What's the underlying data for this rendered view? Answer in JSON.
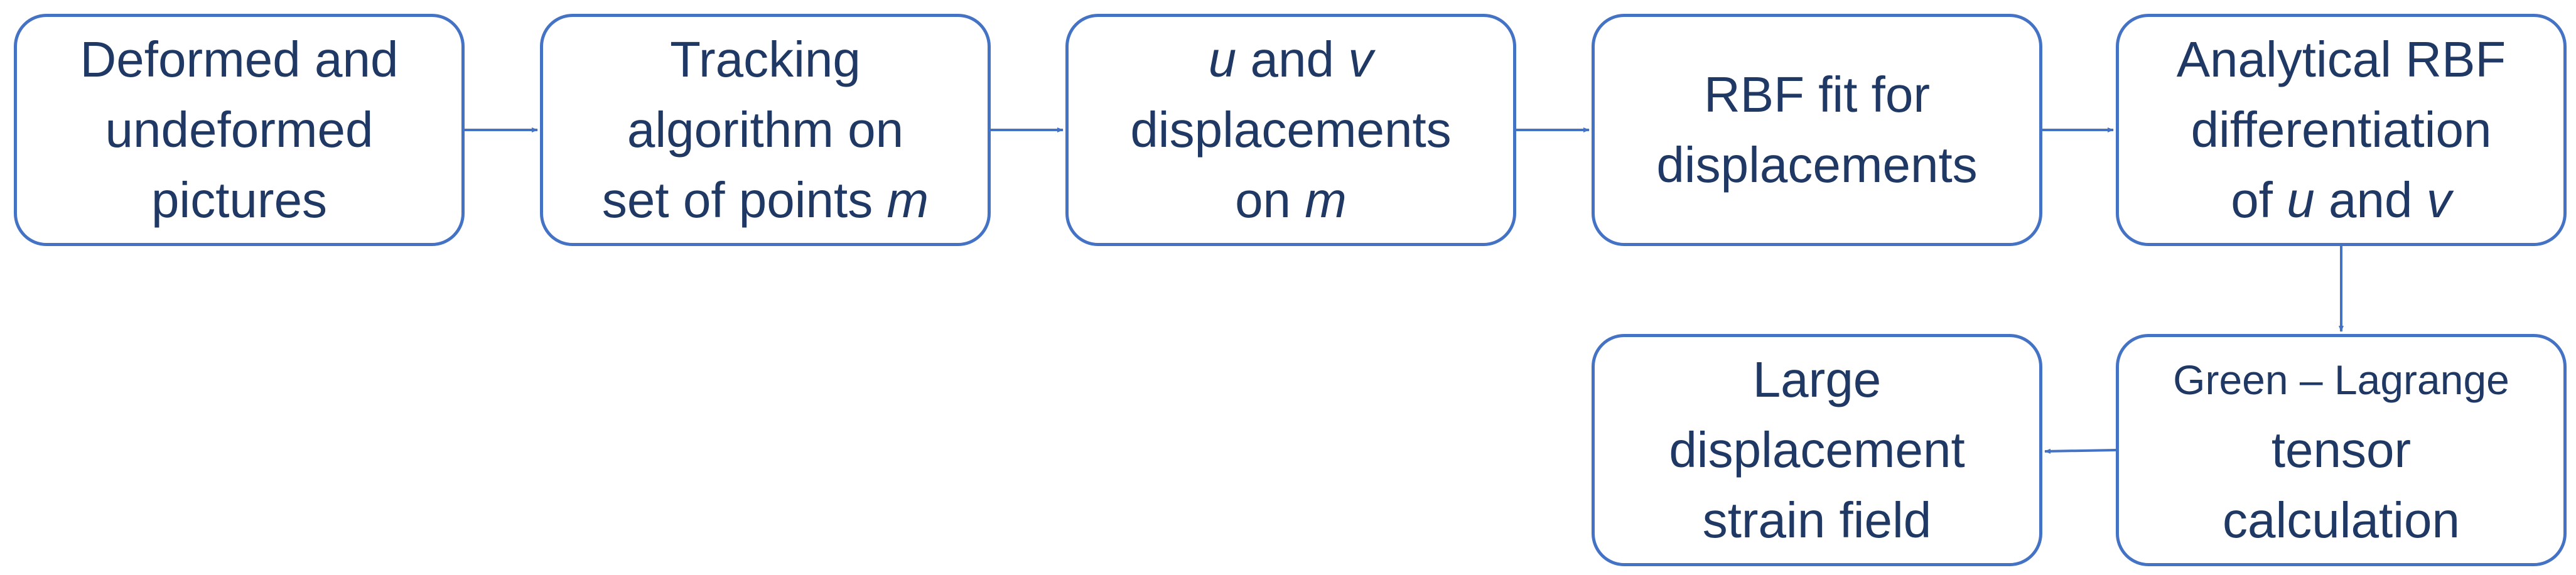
{
  "colors": {
    "box_border": "#4472C4",
    "text": "#1F3864",
    "arrow": "#4472C4",
    "background": "#FFFFFF"
  },
  "boxes": {
    "deformed_pictures": {
      "line1": "Deformed and",
      "line2": "undeformed",
      "line3": "pictures"
    },
    "tracking_algorithm": {
      "line1": "Tracking",
      "line2": "algorithm on",
      "line3_text": "set of points ",
      "line3_var": "m"
    },
    "displacements_on_m": {
      "line1_var_u": "u",
      "line1_and": " and ",
      "line1_var_v": "v",
      "line2": "displacements",
      "line3_text": "on ",
      "line3_var": "m"
    },
    "rbf_fit": {
      "line1": "RBF fit for",
      "line2": "displacements"
    },
    "rbf_differentiation": {
      "line1": "Analytical RBF",
      "line2": "differentiation",
      "line3_text": "of ",
      "line3_var_u": "u",
      "line3_and": " and ",
      "line3_var_v": "v"
    },
    "green_lagrange": {
      "line1": "Green – Lagrange",
      "line2": "tensor",
      "line3": "calculation"
    },
    "strain_field": {
      "line1": "Large",
      "line2": "displacement",
      "line3": "strain field"
    }
  }
}
